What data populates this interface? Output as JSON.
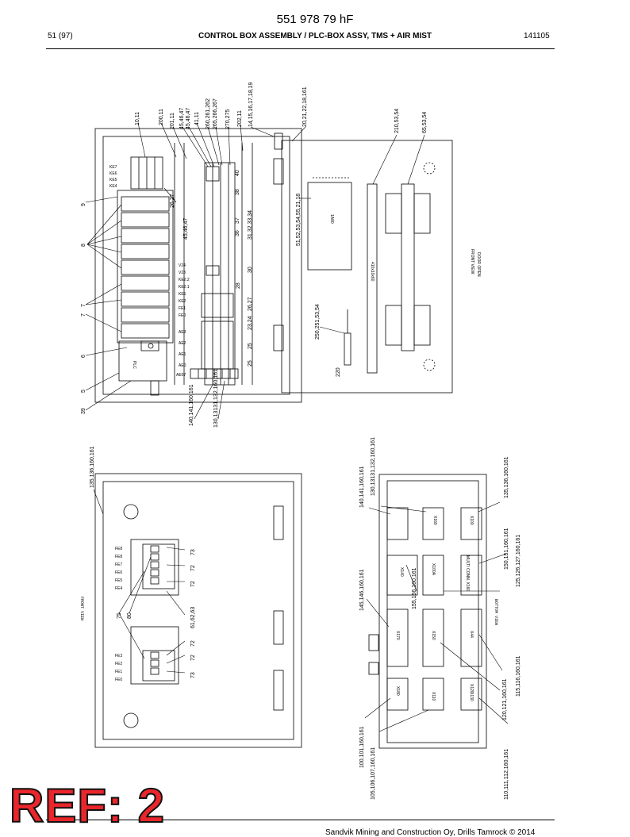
{
  "header": {
    "doc_number": "551 978 79 hF",
    "page": "51 (97)",
    "title": "CONTROL BOX ASSEMBLY / PLC-BOX ASSY, TMS + AIR MIST",
    "date": "141105"
  },
  "footer": {
    "copyright": "Sandvik Mining and Construction Oy, Drills Tamrock © 2014",
    "ref": "REF: 2"
  },
  "drawing": {
    "top_callouts": [
      "10,11",
      "200,11",
      "201,11",
      "45,46,47",
      "45,46,47",
      "41,11",
      "260,261,262",
      "265,266,267",
      "270,275",
      "202,11",
      "14,15,16,17,18,19",
      "20,21,22,18,161",
      "210,53,54",
      "65,53,54"
    ],
    "left_callouts": [
      "9",
      "8",
      "7",
      "7",
      "6",
      "5",
      "39"
    ],
    "inner_callouts": [
      "26,27",
      "45,46,47",
      "40",
      "38",
      "37",
      "36",
      "31,32,33,34",
      "30",
      "28",
      "26,27",
      "23,24",
      "25",
      "25"
    ],
    "center_callouts": [
      "51,52,53,54,55,21,18",
      "250,251,53,54",
      "220"
    ],
    "bottom_callouts": [
      "140,141,160,161",
      "130,13131,132,160,161",
      "135,136,160,161",
      "145,146,160,161",
      "155,156,160,161",
      "150,151,160,161",
      "125,126,127,160,161",
      "115,116,160,161",
      "120,121,160,161",
      "100,101,160,161",
      "105,106,107,160,161",
      "110,111,112,160,161"
    ],
    "left_terminals": [
      "KE7",
      "KE6",
      "KE5",
      "KE4"
    ],
    "right_terminals": [
      "V24",
      "V23",
      "KE2.2",
      "KE2.1",
      "KE1",
      "KE2",
      "FE1",
      "FE0",
      "AE3",
      "AE2",
      "AE1",
      "AE0",
      "AE07"
    ],
    "box_labels": [
      "1A80",
      "410x10x60",
      "PLC"
    ],
    "front_view_label": "FRONT VIEW",
    "front_view_sub": "DOOR OPEN",
    "door_view_label": "FRONT VIEW",
    "door_fe_upper": [
      "FE8",
      "FE8",
      "FE7",
      "FE6",
      "FE5",
      "FE4"
    ],
    "door_fe_lower": [
      "FE3",
      "FE2",
      "FE1",
      "FE0"
    ],
    "door_callouts": [
      "73",
      "72",
      "72",
      "61,62,63",
      "72",
      "72",
      "73",
      "75",
      "80"
    ],
    "bottom_view_label": "BOTTOM VIEW",
    "bottom_connectors": [
      "X160",
      "X170",
      "X180",
      "X110",
      "X130",
      "X150",
      "X120",
      "X140",
      "X100A",
      "X100",
      "X44",
      "MULTI CONN. X160"
    ]
  }
}
